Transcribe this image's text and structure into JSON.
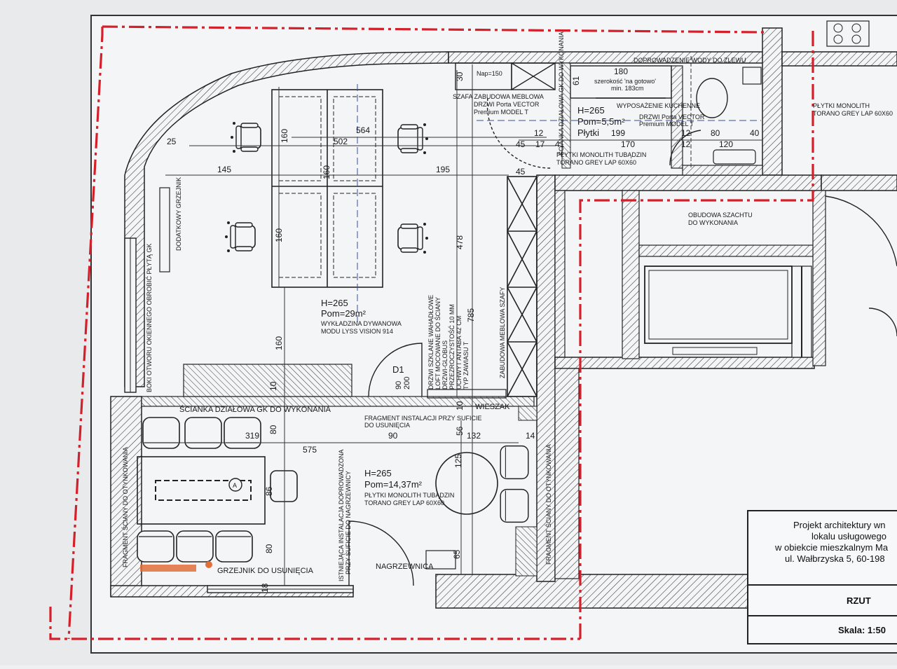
{
  "colors": {
    "paper": "#f4f5f6",
    "wall_line": "#222222",
    "boundary_red": "#d4202a",
    "radiator_orange": "#e0703a",
    "dimension_line": "#333333",
    "axis_blue": "#3a4fa0"
  },
  "icons": [
    "office-chair-icon",
    "stove-icon",
    "toilet-icon",
    "sink-icon",
    "door-swing-icon",
    "window-icon",
    "radiator-icon"
  ],
  "rooms": {
    "office": {
      "height": "H=265",
      "area": "Pom=29m²",
      "floor_1": "WYKŁADZINA DYWANOWA",
      "floor_2": "MODU LYSS VISION 914"
    },
    "kitchen": {
      "height": "H=265",
      "area": "Pom=5,5m²",
      "floor": "Płytki",
      "tiles_1": "PŁYTKI MONOLITH TUBĄDZIN",
      "tiles_2": "TORANO GREY LAP 60X60",
      "equipment": "WYPOSAŻENIE KUCHENNE",
      "door_1": "DRZWI Porta VECTOR",
      "door_2": "Premium MODEL T"
    },
    "meeting": {
      "height": "H=265",
      "area": "Pom=14,37m²",
      "tiles_1": "PŁYTKI MONOLITH TUBĄDZIN",
      "tiles_2": "TORANO GREY LAP 60X60"
    },
    "bathroom": {
      "tiles_1": "PŁYTKI MONOLITH",
      "tiles_2": "TORANO GREY LAP 60X60"
    }
  },
  "notes": {
    "wardrobe_1": "SZAFA ZABUDOWA MEBLOWA",
    "wardrobe_2": "DRZWI Porta VECTOR",
    "wardrobe_3": "Premium MODEL T",
    "water_supply": "DOPROWADZENIE WODY DO ZLEWU",
    "width_1": "szerokość 'na gotowo'",
    "width_2": "min. 183cm",
    "shaft_1": "OBUDOWA SZACHTU",
    "shaft_2": "DO WYKONANIA",
    "extra_radiator": "DODATKOWY GRZEJNIK",
    "window_sides": "BOKI OTWORU OKIENNEGO OBROBIĆ PŁYTĄ GK",
    "partition": "ŚCIANKA DZIAŁOWA GK DO WYKONANIA",
    "ceiling_fragment_1": "FRAGMENT INSTALACJI PRZY SUFICIE",
    "ceiling_fragment_2": "DO USUNIĘCIA",
    "hanger": "WIESZAK",
    "glass_door_1": "DRZWI SZKLANE WAHADŁOWE",
    "glass_door_2": "LOFT MOCOWANE DO ŚCIANY",
    "glass_door_3": "DRZWI-GLOBUS",
    "glass_door_4": "PRZEZROCZYSTOŚĆ 10 MM",
    "glass_door_5": "UCHWYT ANTABA 42 CM",
    "glass_door_6": "TYP ZAWIASU T",
    "built_in_wardrobe": "ZABUDOWA MEBLOWA SZAFY",
    "radiator_remove": "GRZEJNIK DO USUNIĘCIA",
    "water_heater": "NAGRZEWNICA",
    "existing_install_1": "ISTNIEJĄCA INSTALACJA DOPROWADZONA",
    "existing_install_2": "PRZY SUFICIE DO NAGRZEWNICY",
    "wall_to_plaster_left": "FRAGMENT ŚCIANY DO OTYNKOWANIA",
    "wall_to_plaster_right": "FRAGMENT ŚCIANY DO OTYNKOWANIA",
    "kitchen_wall": "ŚCIANKA DZIAŁOWA GK DO WYKONANIA",
    "door_mark": "D1",
    "door_size_1": "90",
    "door_size_2": "200",
    "table_mark": "A",
    "label_top_left": "Nap=150"
  },
  "dimensions": {
    "d145": "145",
    "d195": "195",
    "d160a": "160",
    "d160b": "160",
    "d160c": "160",
    "d160d": "160",
    "d502": "502",
    "d564": "564",
    "d478": "478",
    "d785": "785",
    "d45a": "45",
    "d45b": "45",
    "d17": "17",
    "d41": "41",
    "d170": "170",
    "d199": "199",
    "d12a": "12",
    "d12b": "12",
    "d12c": "12",
    "d80a": "80",
    "d40": "40",
    "d120": "120",
    "d180": "180",
    "d61": "61",
    "d30": "30",
    "d575": "575",
    "d319": "319",
    "d90": "90",
    "d56": "56",
    "d132": "132",
    "d125": "125",
    "d86": "86",
    "d80b": "80",
    "d80c": "80",
    "d18": "18",
    "d65": "65",
    "d10a": "10",
    "d10b": "10",
    "d14": "14",
    "d25": "25"
  },
  "title_block": {
    "line1": "Projekt architektury wn",
    "line2": "lokalu usługowego",
    "line3": "w obiekcie mieszkalnym Ma",
    "line4": "ul. Wałbrzyska 5, 60-198",
    "view": "RZUT",
    "scale": "Skala: 1:50"
  }
}
